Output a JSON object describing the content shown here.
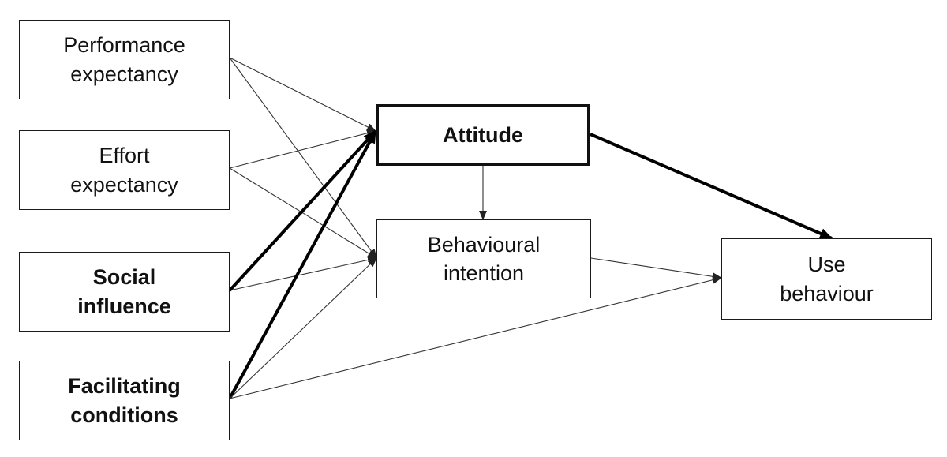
{
  "nodes": {
    "performance_expectancy": {
      "label": "Performance\nexpectancy"
    },
    "effort_expectancy": {
      "label": "Effort\nexpectancy"
    },
    "social_influence": {
      "label": "Social\ninfluence"
    },
    "facilitating_conditions": {
      "label": "Facilitating\nconditions"
    },
    "attitude": {
      "label": "Attitude"
    },
    "behavioural_intention": {
      "label": "Behavioural\nintention"
    },
    "use_behaviour": {
      "label": "Use\nbehaviour"
    }
  },
  "edges": [
    {
      "from": "performance_expectancy",
      "to": "attitude",
      "emphasis": "normal"
    },
    {
      "from": "performance_expectancy",
      "to": "behavioural_intention",
      "emphasis": "normal"
    },
    {
      "from": "effort_expectancy",
      "to": "attitude",
      "emphasis": "normal"
    },
    {
      "from": "effort_expectancy",
      "to": "behavioural_intention",
      "emphasis": "normal"
    },
    {
      "from": "social_influence",
      "to": "attitude",
      "emphasis": "strong"
    },
    {
      "from": "social_influence",
      "to": "behavioural_intention",
      "emphasis": "normal"
    },
    {
      "from": "facilitating_conditions",
      "to": "attitude",
      "emphasis": "strong"
    },
    {
      "from": "facilitating_conditions",
      "to": "behavioural_intention",
      "emphasis": "normal"
    },
    {
      "from": "facilitating_conditions",
      "to": "use_behaviour",
      "emphasis": "normal"
    },
    {
      "from": "attitude",
      "to": "behavioural_intention",
      "emphasis": "normal"
    },
    {
      "from": "attitude",
      "to": "use_behaviour",
      "emphasis": "strong"
    },
    {
      "from": "behavioural_intention",
      "to": "use_behaviour",
      "emphasis": "normal"
    }
  ],
  "colors": {
    "line": "#333333",
    "strong_line": "#000000",
    "box_border": "#1a1a1a"
  }
}
